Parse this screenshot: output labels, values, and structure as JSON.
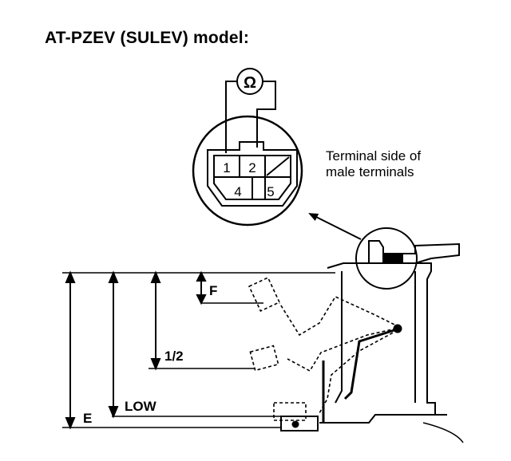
{
  "title": "AT-PZEV (SULEV) model:",
  "meter": {
    "symbol": "Ω",
    "icon": "ohmmeter-icon"
  },
  "connector": {
    "terminals": [
      "1",
      "2",
      "4",
      "5"
    ],
    "note_line1": "Terminal side of",
    "note_line2": "male terminals"
  },
  "levels": {
    "full": "F",
    "half": "1/2",
    "low": "LOW",
    "empty": "E"
  }
}
